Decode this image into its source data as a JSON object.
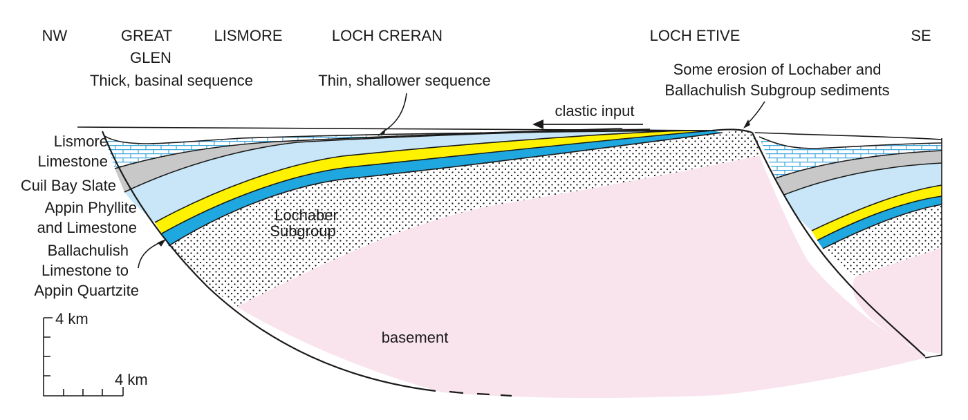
{
  "labels": {
    "nw": "NW",
    "great_glen_line1": "GREAT",
    "great_glen_line2": "GLEN",
    "lismore": "LISMORE",
    "loch_creran": "LOCH CRERAN",
    "loch_etive": "LOCH ETIVE",
    "se": "SE"
  },
  "annotations": {
    "thick_basinal": "Thick, basinal sequence",
    "thin_shallower": "Thin, shallower sequence",
    "erosion_line1": "Some erosion of Lochaber and",
    "erosion_line2": "Ballachulish Subgroup sediments",
    "clastic_input": "clastic input"
  },
  "legend": {
    "lismore_line1": "Lismore",
    "lismore_line2": "Limestone",
    "cuil_bay": "Cuil Bay Slate",
    "appin_line1": "Appin Phyllite",
    "appin_line2": "and Limestone",
    "ballachulish_line1": "Ballachulish",
    "ballachulish_line2": "Limestone to",
    "ballachulish_line3": "Appin Quartzite"
  },
  "units": {
    "lochaber_line1": "Lochaber",
    "lochaber_line2": "Subgroup",
    "basement": "basement"
  },
  "scale": {
    "vertical": "4 km",
    "horizontal": "4 km"
  },
  "colors": {
    "basement": "#f9e4ee",
    "lochaber_dots": "#1a1a1a",
    "ballachulish": "#1fa8df",
    "yellow_band": "#fff200",
    "appin_phyllite": "#c8e6f7",
    "cuil_bay_slate": "#c8c8c8",
    "lismore_limestone": "#d7eefa",
    "limestone_brick": "#3aa6dc",
    "outline": "#1a1a1a"
  }
}
